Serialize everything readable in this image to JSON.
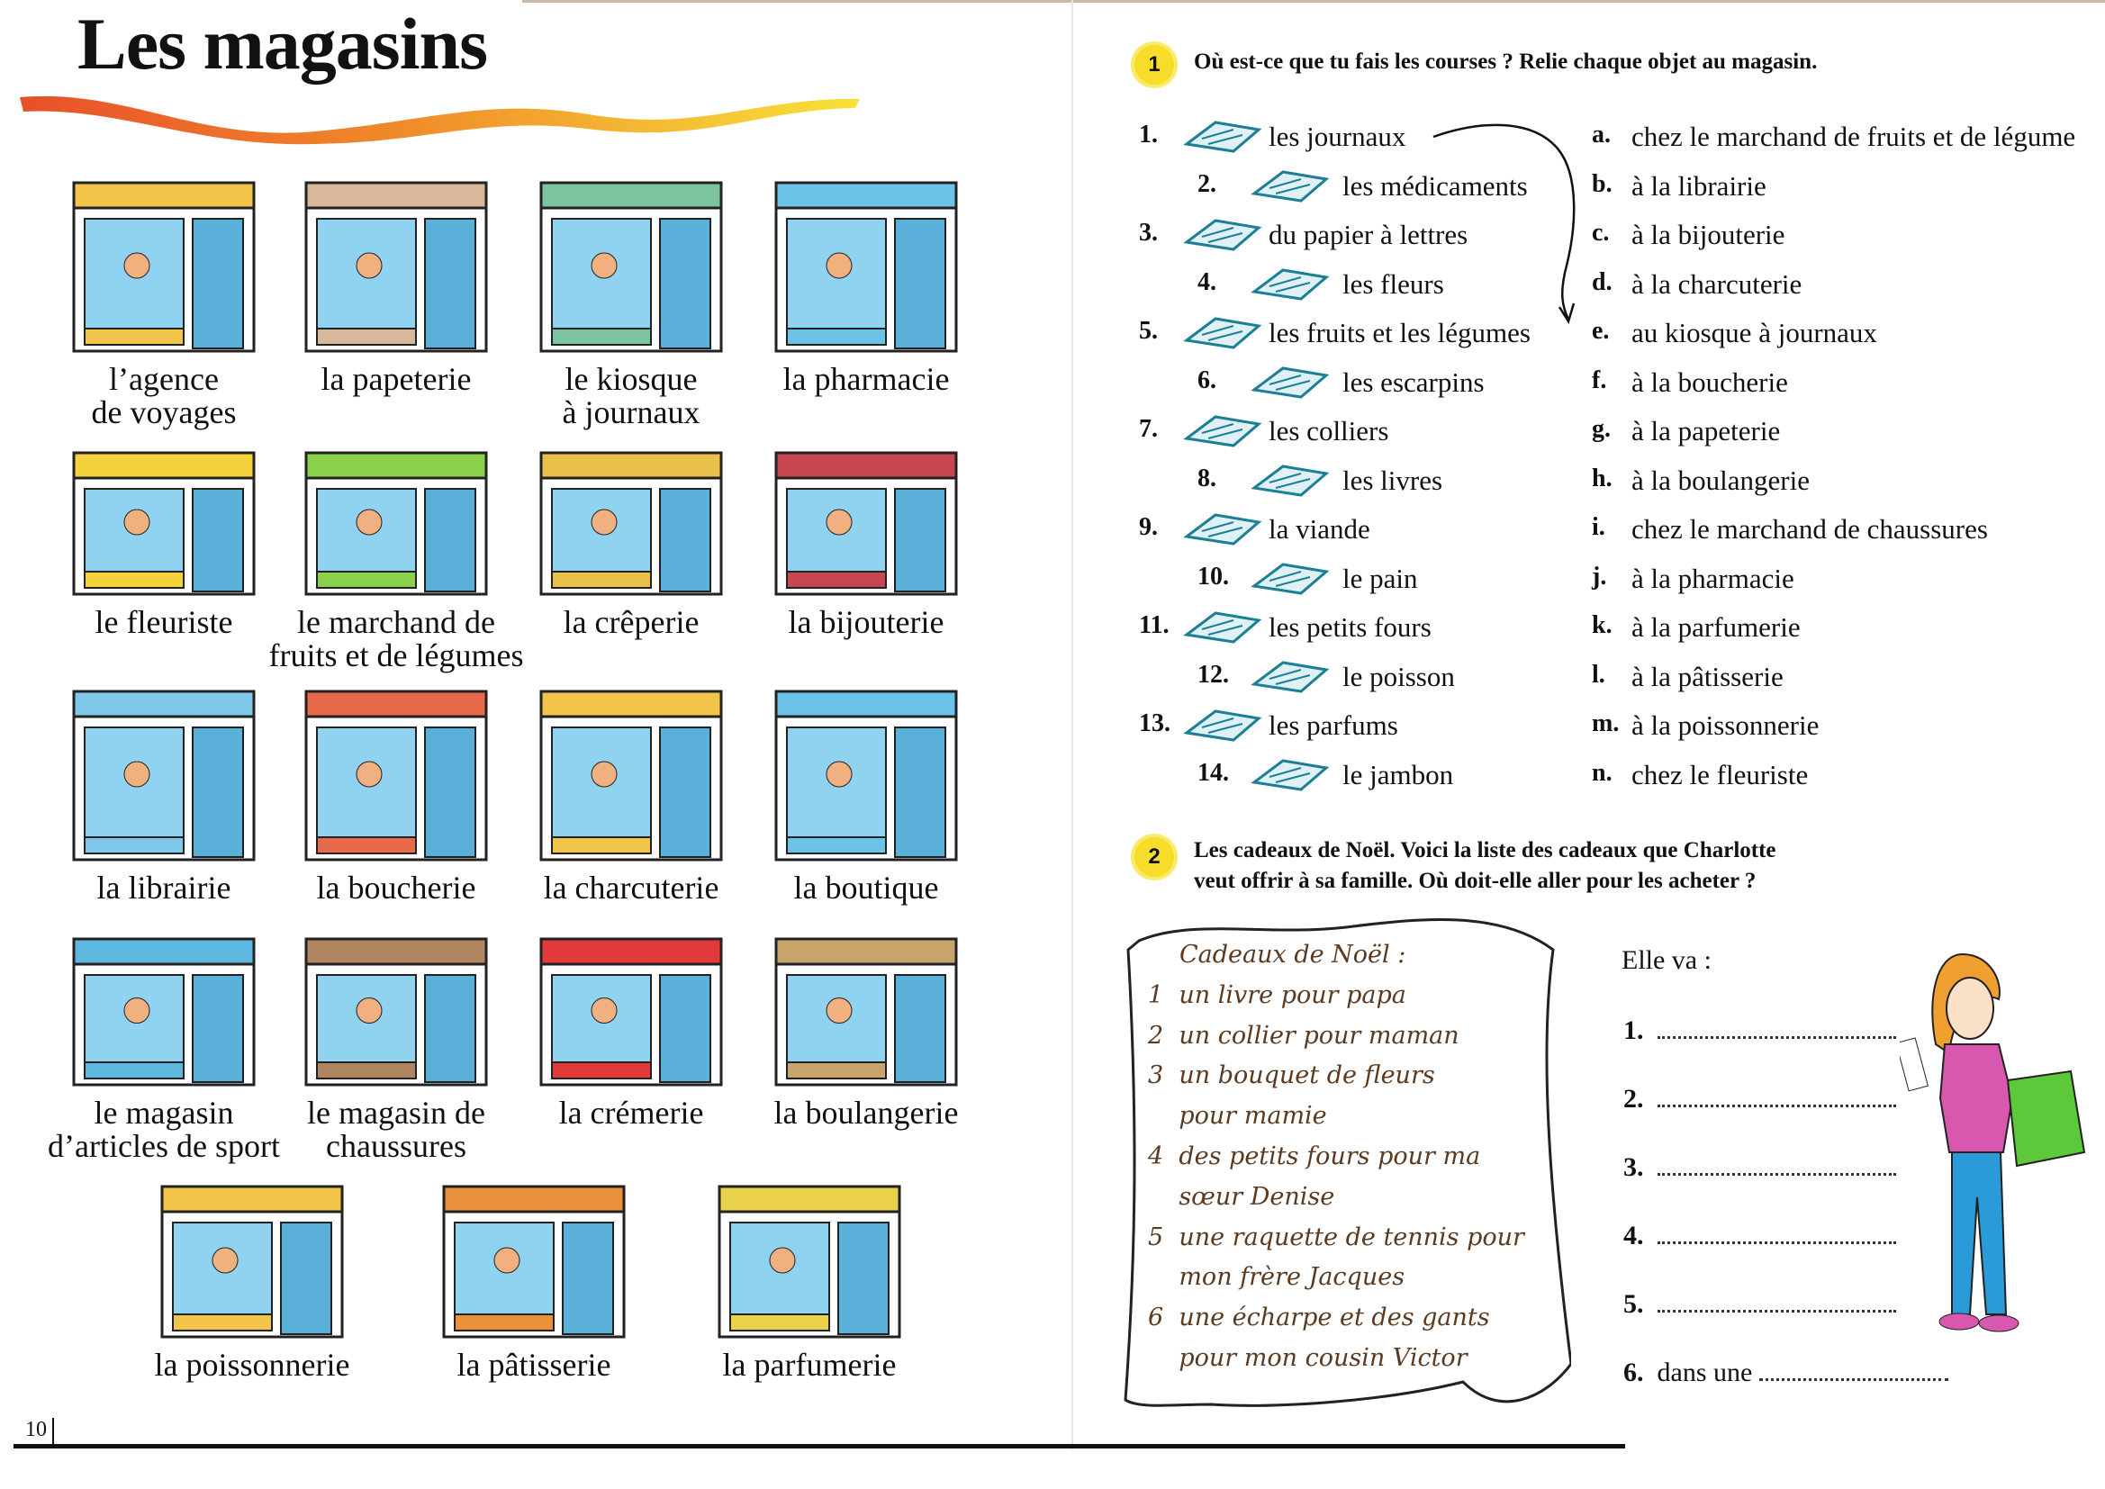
{
  "left_page": {
    "title": "Les magasins",
    "page_number": "10",
    "shops": [
      {
        "label": "l’agence\nde voyages",
        "color": "#f2c44a"
      },
      {
        "label": "la papeterie",
        "color": "#d8b89a"
      },
      {
        "label": "le kiosque\nà journaux",
        "color": "#7cc4a0"
      },
      {
        "label": "la pharmacie",
        "color": "#6cc3e8"
      },
      {
        "label": "le fleuriste",
        "color": "#f4d23c"
      },
      {
        "label": "le marchand de\nfruits et de légumes",
        "color": "#8bd04a"
      },
      {
        "label": "la crêperie",
        "color": "#e9c04a"
      },
      {
        "label": "la bijouterie",
        "color": "#c8464f"
      },
      {
        "label": "la librairie",
        "color": "#7fc8ea"
      },
      {
        "label": "la boucherie",
        "color": "#e86a4a"
      },
      {
        "label": "la charcuterie",
        "color": "#f2c44a"
      },
      {
        "label": "la boutique",
        "color": "#6cc3e8"
      },
      {
        "label": "le magasin\nd’articles de sport",
        "color": "#5fb8e0"
      },
      {
        "label": "le magasin de\nchaussures",
        "color": "#b08660"
      },
      {
        "label": "la crémerie",
        "color": "#e23a3a"
      },
      {
        "label": "la boulangerie",
        "color": "#c9a46a"
      },
      {
        "label": "la poissonnerie",
        "color": "#f2c44a"
      },
      {
        "label": "la pâtisserie",
        "color": "#e8903a"
      },
      {
        "label": "la parfumerie",
        "color": "#e9d24a"
      }
    ]
  },
  "exercise1": {
    "number": "1",
    "instruction": "Où est-ce que tu fais les courses ? Relie chaque objet au magasin.",
    "items": [
      {
        "num": "1.",
        "text": "les journaux",
        "icon": "newspaper-icon"
      },
      {
        "num": "2.",
        "text": "les médicaments",
        "icon": "medicine-icon"
      },
      {
        "num": "3.",
        "text": "du papier à lettres",
        "icon": "letter-paper-icon"
      },
      {
        "num": "4.",
        "text": "les fleurs",
        "icon": "flowers-icon"
      },
      {
        "num": "5.",
        "text": "les fruits et les légumes",
        "icon": "fruits-vegetables-icon"
      },
      {
        "num": "6.",
        "text": "les escarpins",
        "icon": "shoes-icon"
      },
      {
        "num": "7.",
        "text": "les colliers",
        "icon": "necklace-icon"
      },
      {
        "num": "8.",
        "text": "les livres",
        "icon": "book-icon"
      },
      {
        "num": "9.",
        "text": "la viande",
        "icon": "meat-icon"
      },
      {
        "num": "10.",
        "text": "le pain",
        "icon": "bread-icon"
      },
      {
        "num": "11.",
        "text": "les petits fours",
        "icon": "cakes-icon"
      },
      {
        "num": "12.",
        "text": "le poisson",
        "icon": "fish-icon"
      },
      {
        "num": "13.",
        "text": "les parfums",
        "icon": "perfume-icon"
      },
      {
        "num": "14.",
        "text": "le jambon",
        "icon": "ham-icon"
      }
    ],
    "shops": [
      {
        "letter": "a.",
        "text": "chez le marchand de fruits et de légume"
      },
      {
        "letter": "b.",
        "text": "à la librairie"
      },
      {
        "letter": "c.",
        "text": "à la bijouterie"
      },
      {
        "letter": "d.",
        "text": "à la charcuterie"
      },
      {
        "letter": "e.",
        "text": "au kiosque à journaux"
      },
      {
        "letter": "f.",
        "text": "à la boucherie"
      },
      {
        "letter": "g.",
        "text": "à la papeterie"
      },
      {
        "letter": "h.",
        "text": "à la boulangerie"
      },
      {
        "letter": "i.",
        "text": "chez le marchand de chaussures"
      },
      {
        "letter": "j.",
        "text": "à la pharmacie"
      },
      {
        "letter": "k.",
        "text": "à la parfumerie"
      },
      {
        "letter": "l.",
        "text": "à la pâtisserie"
      },
      {
        "letter": "m.",
        "text": "à la poissonnerie"
      },
      {
        "letter": "n.",
        "text": "chez le fleuriste"
      }
    ]
  },
  "exercise2": {
    "number": "2",
    "instruction_line1": "Les cadeaux de Noël. Voici la liste des cadeaux que Charlotte",
    "instruction_line2": "veut offrir à sa famille. Où doit-elle aller pour les acheter ?",
    "list_lines": [
      "Cadeaux de Noël :",
      "1  un livre pour papa",
      "2  un collier pour maman",
      "3  un bouquet de fleurs",
      "    pour mamie",
      "4  des petits fours pour ma",
      "    sœur Denise",
      "5  une raquette de tennis pour",
      "    mon frère Jacques",
      "6  une écharpe et des gants",
      "    pour mon cousin Victor"
    ],
    "answer_heading": "Elle va :",
    "answers": [
      {
        "num": "1.",
        "prefix": ""
      },
      {
        "num": "2.",
        "prefix": ""
      },
      {
        "num": "3.",
        "prefix": ""
      },
      {
        "num": "4.",
        "prefix": ""
      },
      {
        "num": "5.",
        "prefix": ""
      },
      {
        "num": "6.",
        "prefix": "dans une"
      }
    ]
  }
}
